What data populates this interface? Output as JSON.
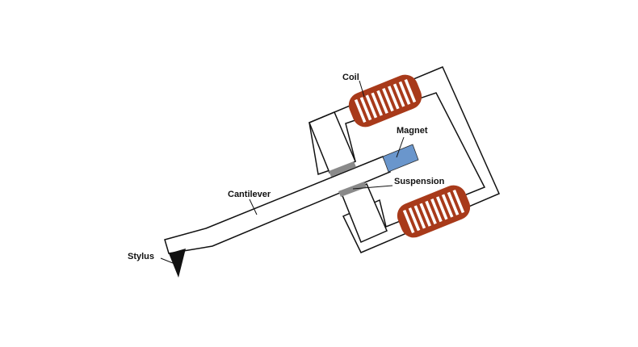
{
  "labels": {
    "coil": "Coil",
    "magnet": "Magnet",
    "suspension": "Suspension",
    "cantilever": "Cantilever",
    "stylus": "Stylus"
  },
  "colors": {
    "coil": "#A83A1A",
    "coil_gap": "#FFFFFF",
    "magnet": "#6A96CC",
    "suspension": "#8A8A8A",
    "stylus": "#111111",
    "outline": "#111111"
  }
}
